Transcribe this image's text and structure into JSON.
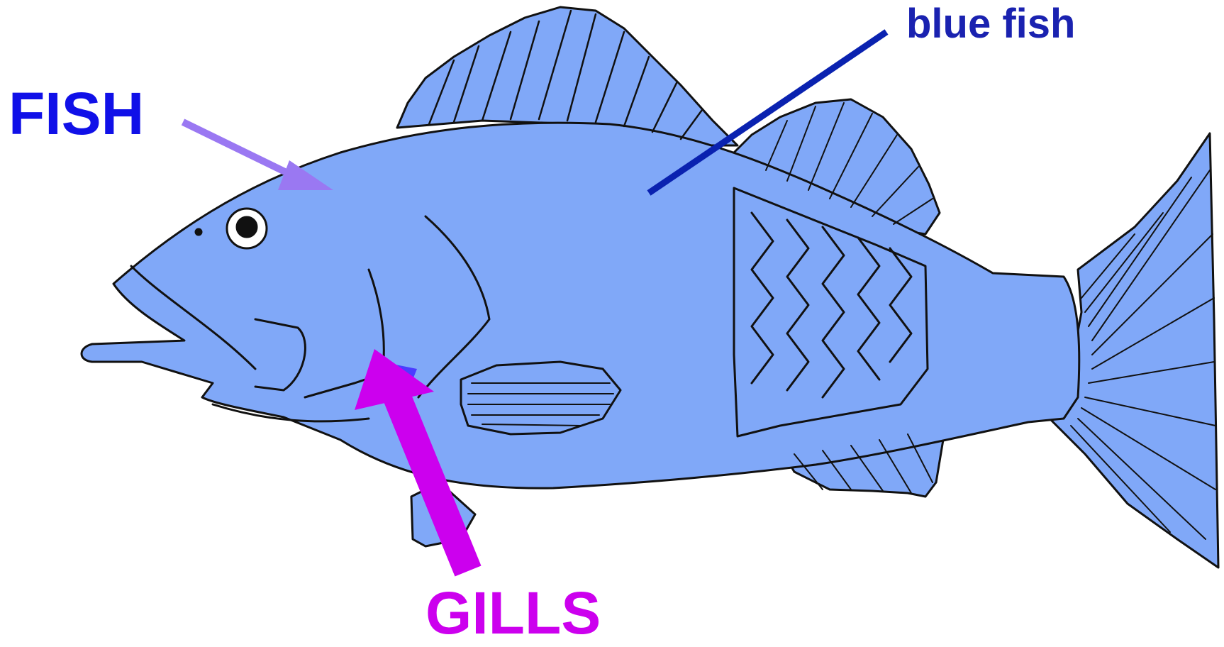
{
  "labels": {
    "fish": "FISH",
    "gills": "GILLS",
    "blue_fish": "blue fish"
  },
  "colors": {
    "fish_body": "#80a8f8",
    "outline": "#111111",
    "fish_label": "#1010e8",
    "fish_arrow": "#9a78f2",
    "gills_label": "#cc00ee",
    "gills_arrow": "#cc00ee",
    "blue_fish_label": "#1a22b0",
    "blue_fish_line": "#0a22b0",
    "background": "#ffffff"
  }
}
